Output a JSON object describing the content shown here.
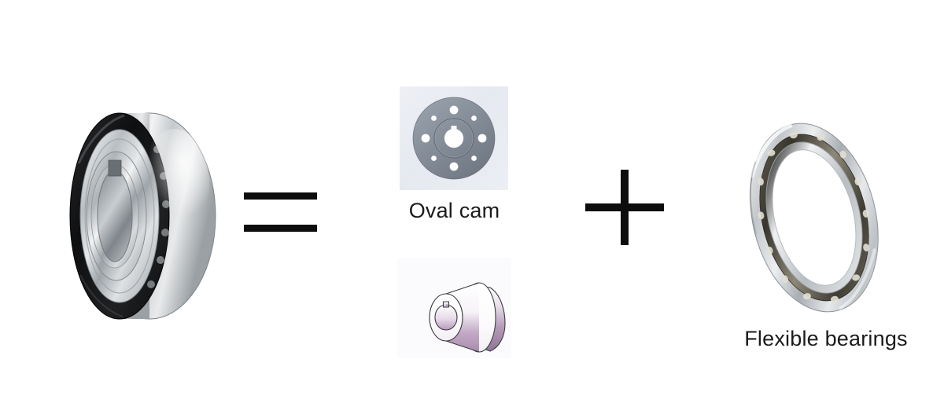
{
  "figure": {
    "type": "equation-diagram",
    "background_color": "#ffffff",
    "description": "Wave generator assembly equals oval cam plus flexible bearings"
  },
  "left_part": {
    "name": "wave-generator-assembly",
    "alt": "Photograph of a wave generator bearing assembly with keyed bore",
    "colors": {
      "outer_ring": "#c9cdd1",
      "seal": "#17181a",
      "hub": "#bfc3c6",
      "highlight": "#f4f5f6"
    }
  },
  "operators": {
    "equals": "=",
    "plus": "+",
    "color": "#0d0d0d"
  },
  "middle_parts": [
    {
      "name": "oval-cam",
      "label": "Oval cam",
      "alt": "Gray disc cam with eight bolt holes, inner hub ring and central keyed bore",
      "disc_color": "#848c99",
      "hole_color": "#ffffff",
      "thumb_background": "#e9ebf1",
      "bolt_holes": 8
    },
    {
      "name": "cam-hub",
      "label": "",
      "alt": "CAD render of a flanged cam hub with keyway, shaded white to mauve",
      "shade_light": "#ffffff",
      "shade_dark": "#b49ab6",
      "outline_color": "#3a3a42",
      "thumb_background": "#fbfbfd"
    }
  ],
  "right_part": {
    "name": "flexible-bearing",
    "label": "Flexible bearings",
    "alt": "Thin-section flexible ball bearing ring shown at an angle",
    "colors": {
      "ring_metal": "#dcdfe2",
      "ring_edge": "#9aa0a6",
      "balls": "#8d8878",
      "cage_dark": "#3a3730"
    }
  },
  "labels": {
    "oval_cam": "Oval cam",
    "flexible_bearings": "Flexible bearings",
    "text_color": "#1b1b1b"
  }
}
